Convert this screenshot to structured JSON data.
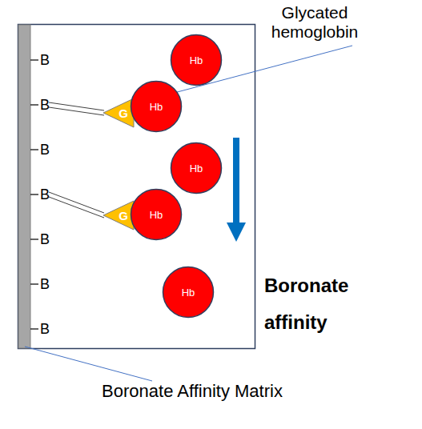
{
  "diagram": {
    "nodes": [
      {
        "text": [
          "Hb"
        ]
      },
      {
        "text": [
          "G"
        ]
      },
      {
        "text": [
          "Hb"
        ]
      },
      {
        "text": [
          "Hb"
        ]
      },
      {
        "text": [
          "G"
        ]
      },
      {
        "text": [
          "Hb"
        ]
      },
      {
        "text": [
          "Hb"
        ]
      }
    ],
    "labels": [
      "Glycated hemoglobin",
      "B",
      "B",
      "B",
      "B",
      "B",
      "B",
      "B",
      "Boronate affinity",
      "Boronate Affinity Matrix"
    ]
  }
}
